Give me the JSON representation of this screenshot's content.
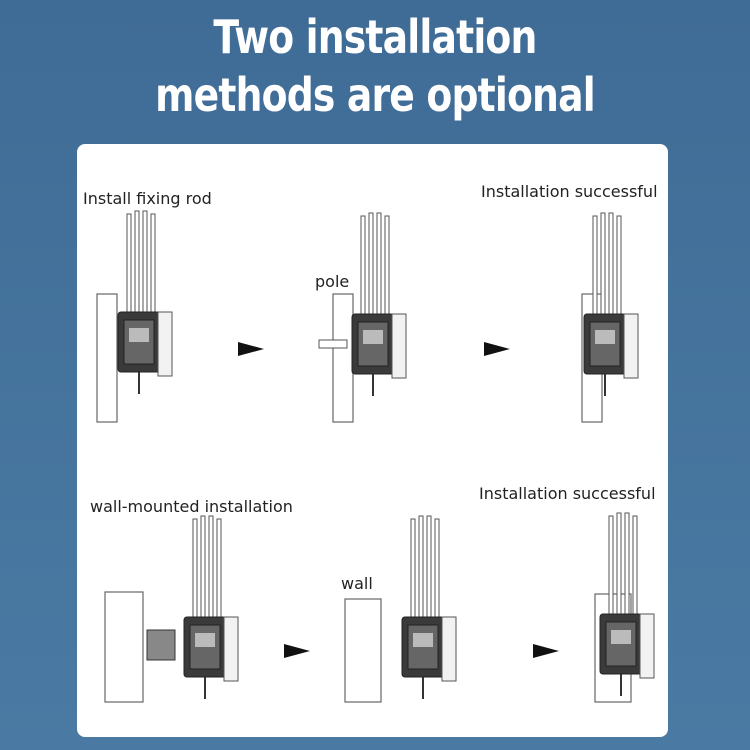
{
  "header": {
    "line1": "Two installation",
    "line2": "methods are optional"
  },
  "pole_method": {
    "step1_label": "Install fixing rod",
    "step2_label": "pole",
    "step3_label": "Installation successful"
  },
  "wall_method": {
    "step1_label": "wall-mounted installation",
    "step2_label": "wall",
    "step3_label": "Installation successful"
  }
}
